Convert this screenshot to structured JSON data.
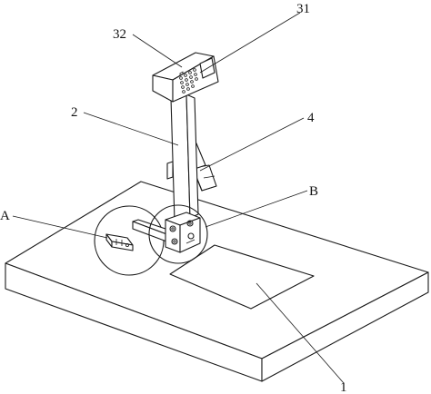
{
  "figure": {
    "labels": {
      "l31": "31",
      "l32": "32",
      "l2": "2",
      "l4": "4",
      "lA": "A",
      "lB": "B",
      "l1": "1"
    }
  }
}
